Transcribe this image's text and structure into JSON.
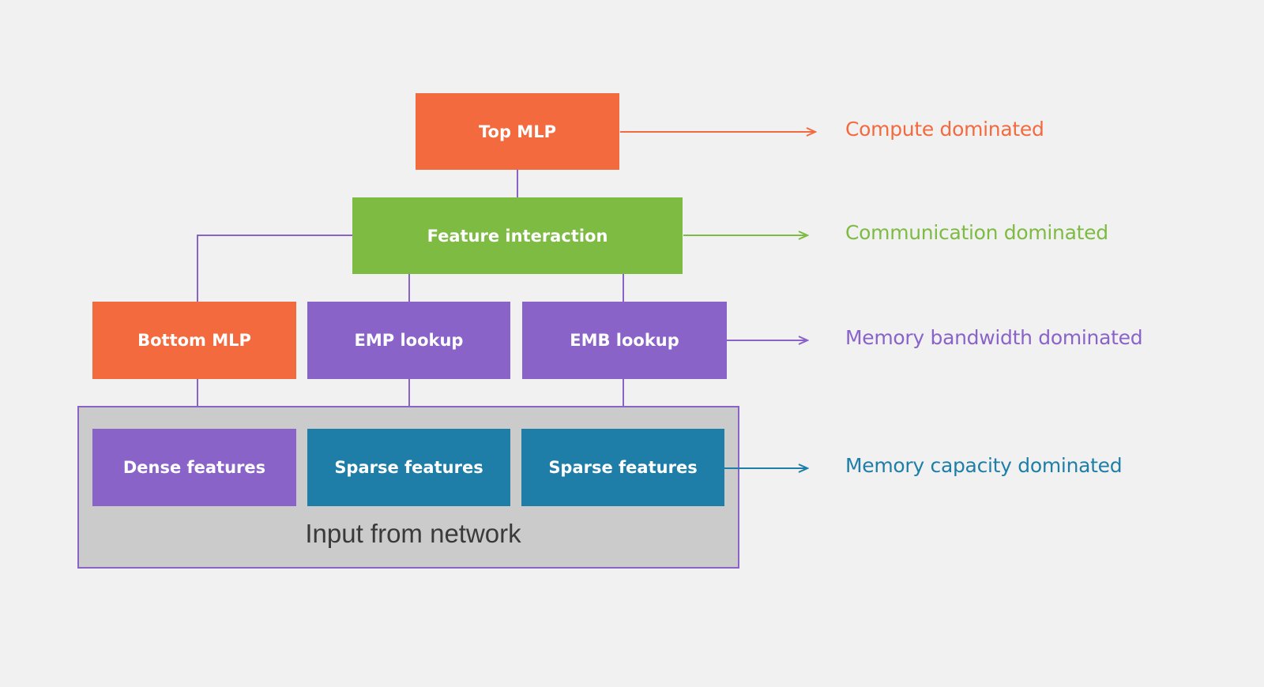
{
  "colors": {
    "background": "#f1f1f1",
    "orange": "#f46a3f",
    "green": "#7dbb42",
    "purple": "#8a63c9",
    "teal": "#1f7ea8",
    "container": "#cbcbcb",
    "label_dark": "#3a3a3a"
  },
  "nodes": {
    "top_mlp": "Top MLP",
    "feature_interaction": "Feature interaction",
    "bottom_mlp": "Bottom MLP",
    "emp_lookup": "EMP lookup",
    "emb_lookup": "EMB lookup",
    "dense_features": "Dense features",
    "sparse_features_1": "Sparse features",
    "sparse_features_2": "Sparse features",
    "input_from_network": "Input from network"
  },
  "annotations": {
    "compute": "Compute dominated",
    "communication": "Communication dominated",
    "memory_bandwidth": "Memory bandwidth dominated",
    "memory_capacity": "Memory capacity dominated"
  },
  "edges": [
    {
      "from": "top_mlp",
      "to": "feature_interaction"
    },
    {
      "from": "feature_interaction",
      "to": "bottom_mlp"
    },
    {
      "from": "feature_interaction",
      "to": "emp_lookup"
    },
    {
      "from": "feature_interaction",
      "to": "emb_lookup"
    },
    {
      "from": "bottom_mlp",
      "to": "dense_features"
    },
    {
      "from": "emp_lookup",
      "to": "sparse_features_1"
    },
    {
      "from": "emb_lookup",
      "to": "sparse_features_2"
    }
  ]
}
